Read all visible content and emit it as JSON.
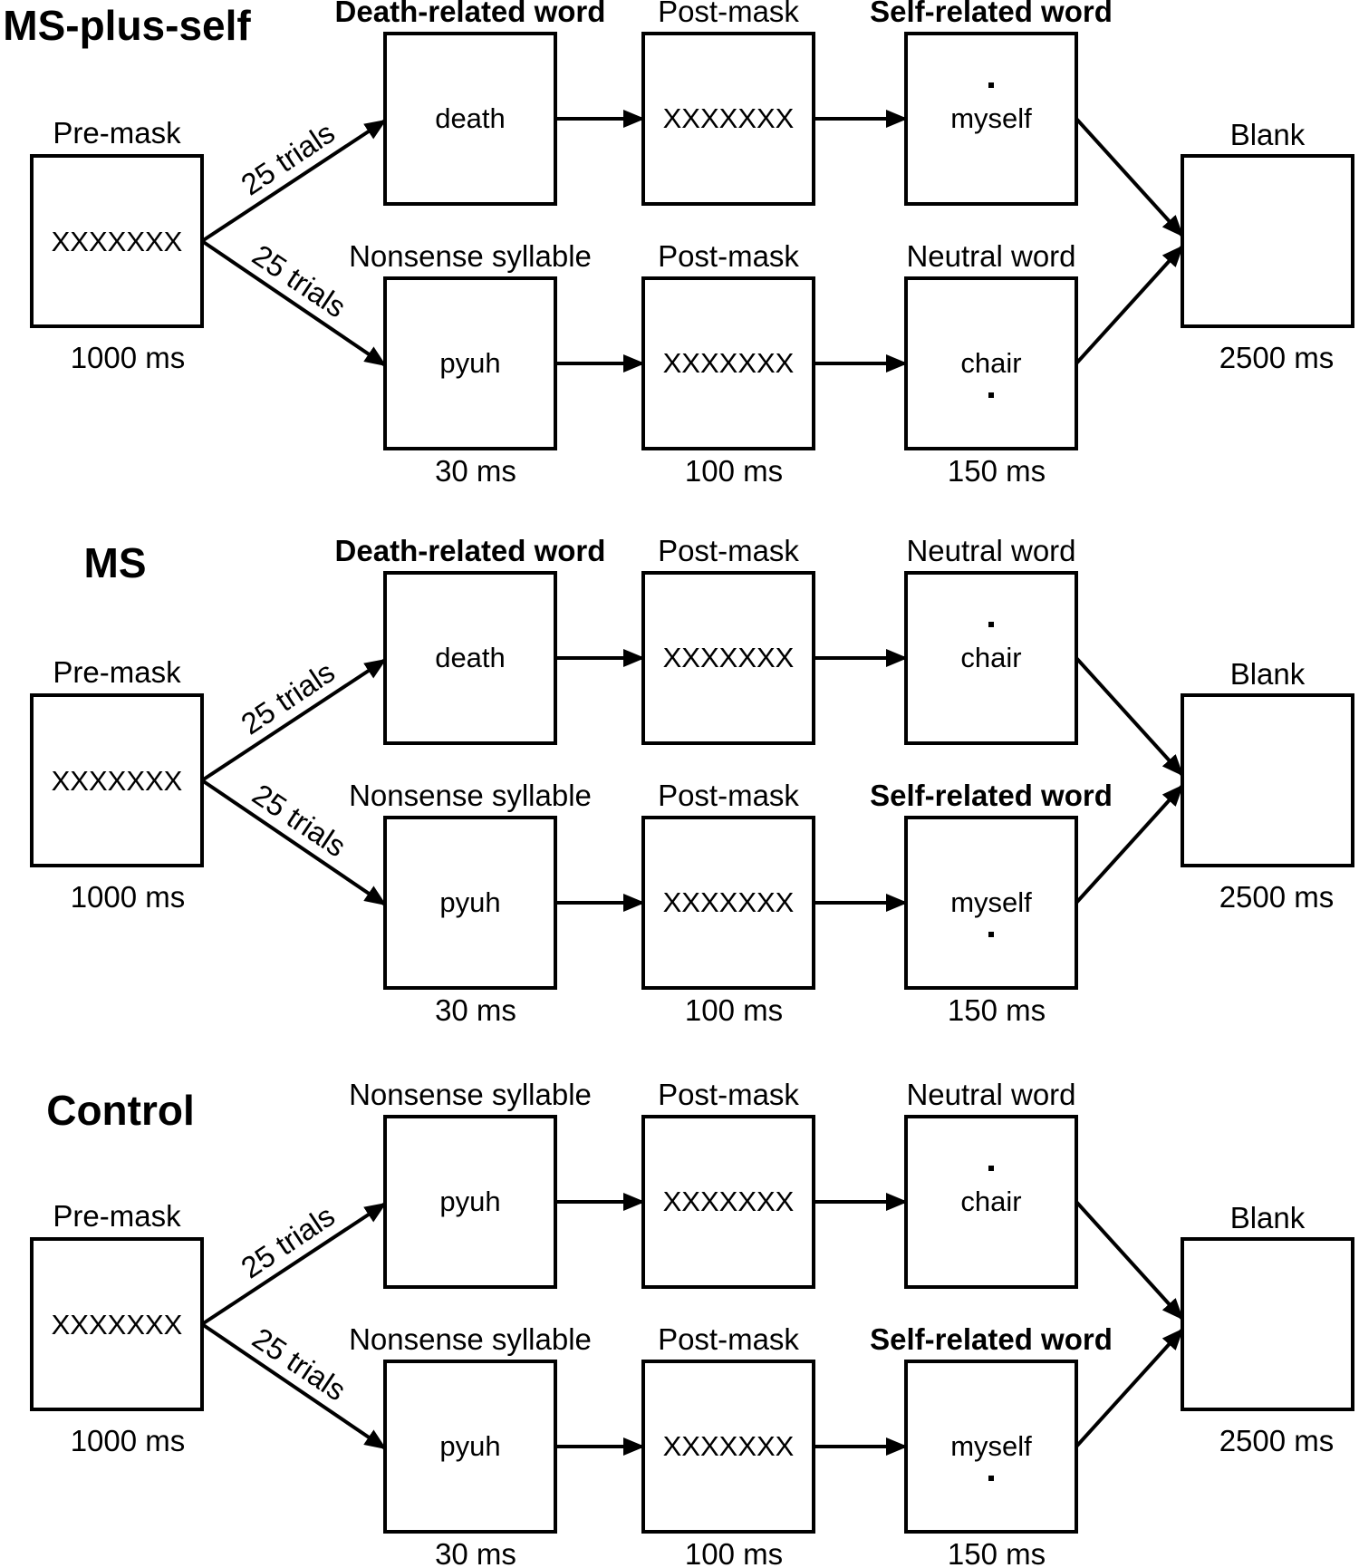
{
  "panels": [
    {
      "title": "MS-plus-self",
      "premask": {
        "header": "Pre-mask",
        "content": "XXXXXXX",
        "timing": "1000 ms"
      },
      "arrows": {
        "upper": "25 trials",
        "lower": "25 trials"
      },
      "top_row": [
        {
          "header": "Death-related word",
          "bold": true,
          "content": "death",
          "dot": "none"
        },
        {
          "header": "Post-mask",
          "bold": false,
          "content": "XXXXXXX",
          "dot": "none"
        },
        {
          "header": "Self-related word",
          "bold": true,
          "content": "myself",
          "dot": "above"
        }
      ],
      "bottom_row": [
        {
          "header": "Nonsense syllable",
          "bold": false,
          "content": "pyuh",
          "dot": "none",
          "timing": "30 ms"
        },
        {
          "header": "Post-mask",
          "bold": false,
          "content": "XXXXXXX",
          "dot": "none",
          "timing": "100 ms"
        },
        {
          "header": "Neutral word",
          "bold": false,
          "content": "chair",
          "dot": "below",
          "timing": "150 ms"
        }
      ],
      "blank": {
        "header": "Blank",
        "timing": "2500 ms"
      }
    },
    {
      "title": "MS",
      "premask": {
        "header": "Pre-mask",
        "content": "XXXXXXX",
        "timing": "1000 ms"
      },
      "arrows": {
        "upper": "25 trials",
        "lower": "25 trials"
      },
      "top_row": [
        {
          "header": "Death-related word",
          "bold": true,
          "content": "death",
          "dot": "none"
        },
        {
          "header": "Post-mask",
          "bold": false,
          "content": "XXXXXXX",
          "dot": "none"
        },
        {
          "header": "Neutral word",
          "bold": false,
          "content": "chair",
          "dot": "above"
        }
      ],
      "bottom_row": [
        {
          "header": "Nonsense syllable",
          "bold": false,
          "content": "pyuh",
          "dot": "none",
          "timing": "30 ms"
        },
        {
          "header": "Post-mask",
          "bold": false,
          "content": "XXXXXXX",
          "dot": "none",
          "timing": "100 ms"
        },
        {
          "header": "Self-related word",
          "bold": true,
          "content": "myself",
          "dot": "below",
          "timing": "150 ms"
        }
      ],
      "blank": {
        "header": "Blank",
        "timing": "2500 ms"
      }
    },
    {
      "title": "Control",
      "premask": {
        "header": "Pre-mask",
        "content": "XXXXXXX",
        "timing": "1000 ms"
      },
      "arrows": {
        "upper": "25 trials",
        "lower": "25 trials"
      },
      "top_row": [
        {
          "header": "Nonsense syllable",
          "bold": false,
          "content": "pyuh",
          "dot": "none"
        },
        {
          "header": "Post-mask",
          "bold": false,
          "content": "XXXXXXX",
          "dot": "none"
        },
        {
          "header": "Neutral word",
          "bold": false,
          "content": "chair",
          "dot": "above"
        }
      ],
      "bottom_row": [
        {
          "header": "Nonsense syllable",
          "bold": false,
          "content": "pyuh",
          "dot": "none",
          "timing": "30 ms"
        },
        {
          "header": "Post-mask",
          "bold": false,
          "content": "XXXXXXX",
          "dot": "none",
          "timing": "100 ms"
        },
        {
          "header": "Self-related word",
          "bold": true,
          "content": "myself",
          "dot": "below",
          "timing": "150 ms"
        }
      ],
      "blank": {
        "header": "Blank",
        "timing": "2500 ms"
      }
    }
  ]
}
